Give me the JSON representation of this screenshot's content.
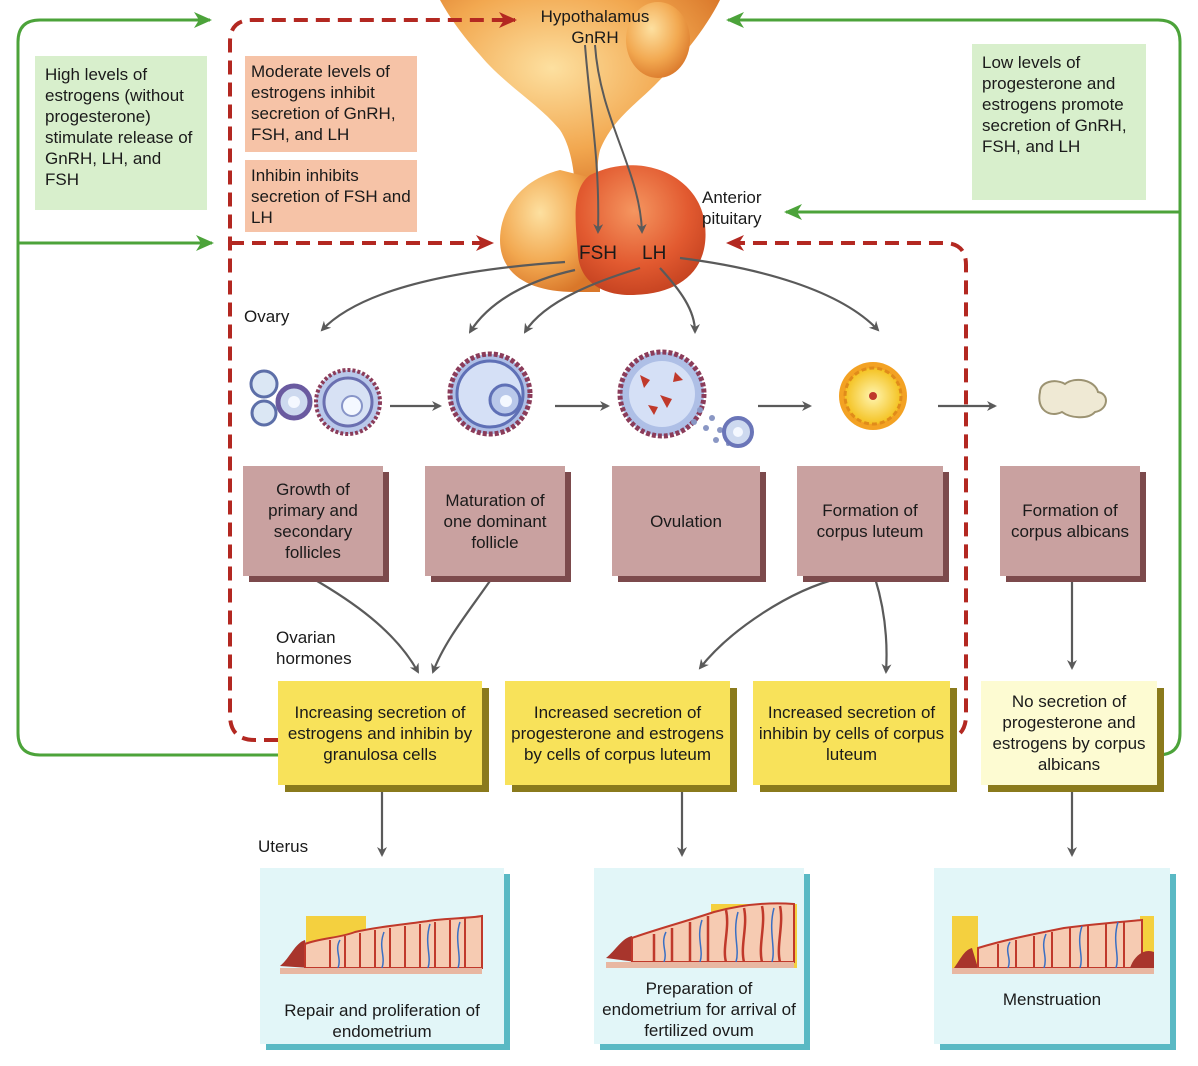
{
  "hypothalamus": {
    "title": "Hypothalamus",
    "hormone": "GnRH"
  },
  "pituitary": {
    "label_line1": "Anterior",
    "label_line2": "pituitary",
    "fsh": "FSH",
    "lh": "LH"
  },
  "notes": {
    "high_estrogens": "High levels of estrogens (without progesterone) stimulate release of GnRH, LH, and FSH",
    "moderate_estrogens": "Moderate levels of estrogens inhibit secretion of GnRH, FSH, and LH",
    "inhibin": "Inhibin inhibits secretion of FSH and LH",
    "low_levels": "Low levels of progesterone and estrogens promote secretion of GnRH, FSH, and LH"
  },
  "section_labels": {
    "ovary": "Ovary",
    "ovarian_line1": "Ovarian",
    "ovarian_line2": "hormones",
    "uterus": "Uterus"
  },
  "stages": [
    {
      "label": "Growth of primary and secondary follicles"
    },
    {
      "label": "Maturation of one dominant follicle"
    },
    {
      "label": "Ovulation"
    },
    {
      "label": "Formation of corpus luteum"
    },
    {
      "label": "Formation of corpus albicans"
    }
  ],
  "hormones": [
    {
      "label": "Increasing secretion of estrogens and inhibin by granulosa cells"
    },
    {
      "label": "Increased secretion of progesterone and estrogens by cells of corpus luteum"
    },
    {
      "label": "Increased secretion of inhibin by cells of corpus luteum"
    },
    {
      "label": "No secretion of progesterone and estrogens  by corpus albicans"
    }
  ],
  "uterus_phases": [
    {
      "label": "Repair and proliferation of endometrium"
    },
    {
      "label": "Preparation of endometrium for arrival of fertilized ovum"
    },
    {
      "label": "Menstruation"
    }
  ],
  "colors": {
    "positive_feedback": "#4ca33a",
    "negative_feedback": "#b32821",
    "flow_arrow": "#5a5a5a",
    "stage_box": "#c9a1a0",
    "hormone_box": "#f8e25a",
    "uterus_panel": "#e2f6f8"
  }
}
